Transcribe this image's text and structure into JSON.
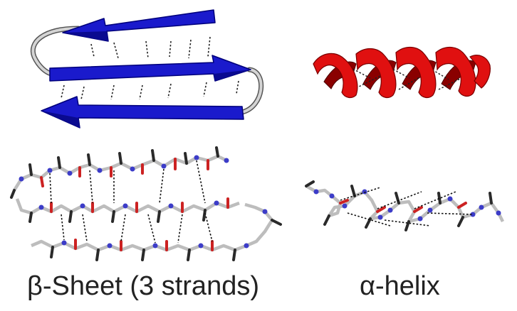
{
  "captions": {
    "beta_sheet": "β-Sheet (3 strands)",
    "alpha_helix": "α-helix"
  },
  "colors": {
    "strand": "#1a1acc",
    "strand_edge": "#00007a",
    "helix": "#e01010",
    "helix_dark": "#8a0000",
    "loop": "#cfcfcf",
    "carbon": "#c9c9c9",
    "nitrogen": "#3c3cc8",
    "oxygen": "#cc2222",
    "atom_dark": "#2a2a2a",
    "hbond": "#111111"
  },
  "panels": [
    {
      "name": "beta-sheet-cartoon",
      "representation": "cartoon",
      "structure": "beta-sheet",
      "strands": 3
    },
    {
      "name": "alpha-helix-cartoon",
      "representation": "cartoon",
      "structure": "alpha-helix",
      "turns": 4
    },
    {
      "name": "beta-sheet-sticks",
      "representation": "sticks",
      "structure": "beta-sheet"
    },
    {
      "name": "alpha-helix-sticks",
      "representation": "sticks",
      "structure": "alpha-helix"
    }
  ]
}
